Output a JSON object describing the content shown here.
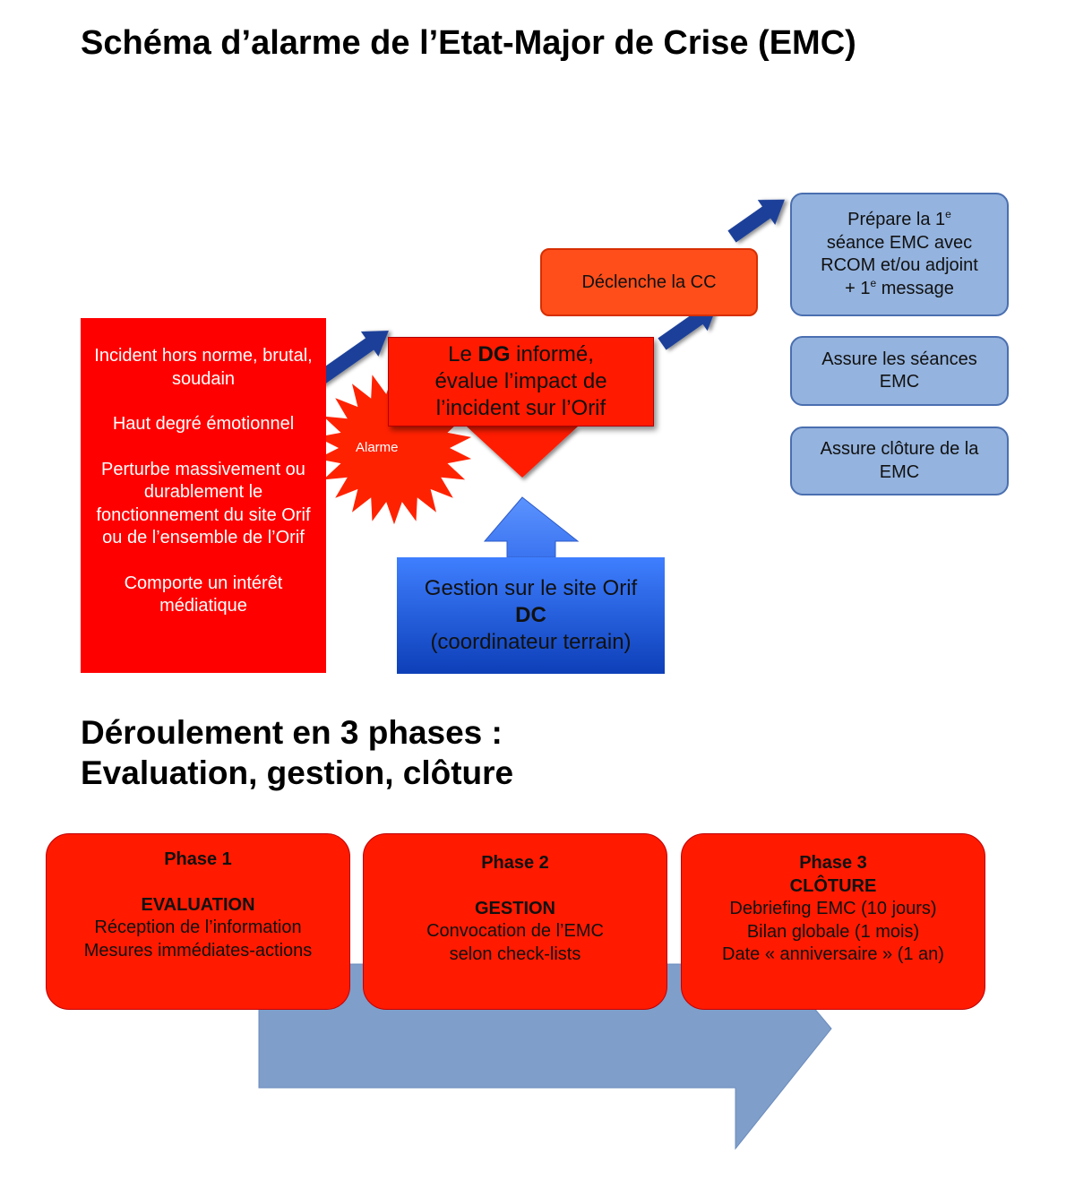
{
  "title": "Schéma d’alarme de l’Etat-Major de Crise (EMC)",
  "incident": {
    "lines": [
      "Incident hors norme, brutal, soudain",
      "Haut degré émotionnel",
      "Perturbe massivement ou durablement le fonctionnement du site Orif ou de l’ensemble de l’Orif",
      "Comporte un intérêt médiatique"
    ]
  },
  "alarme_label": "Alarme",
  "dg_box": {
    "pre": "Le ",
    "bold": "DG",
    "post": " informé,",
    "line2": "évalue l’impact de",
    "line3": "l’incident sur l’Orif"
  },
  "cc_box": "Déclenche la CC",
  "blue_boxes": {
    "b1": {
      "l1a": "Prépare la 1",
      "l1sup": "e",
      "l2": "séance EMC avec",
      "l3": "RCOM et/ou adjoint",
      "l4a": "+ 1",
      "l4sup": "e",
      "l4b": " message"
    },
    "b2": {
      "l1": "Assure les séances",
      "l2": "EMC"
    },
    "b3": {
      "l1": "Assure clôture de la",
      "l2": "EMC"
    }
  },
  "gestion_box": {
    "line1": "Gestion sur le site Orif",
    "line2": "DC",
    "line3": "(coordinateur terrain)"
  },
  "subtitle": {
    "line1": "Déroulement en 3 phases :",
    "line2": "Evaluation, gestion, clôture"
  },
  "phases": [
    {
      "name": "Phase 1",
      "heading": "EVALUATION",
      "lines": [
        "Réception de l’information",
        "Mesures immédiates-actions"
      ]
    },
    {
      "name": "Phase 2",
      "heading": "GESTION",
      "lines": [
        "Convocation de l’EMC",
        "selon check-lists"
      ]
    },
    {
      "name": "Phase 3",
      "heading": "CLÔTURE",
      "lines": [
        "Debriefing EMC (10 jours)",
        "Bilan globale (1 mois)",
        "Date « anniversaire » (1 an)"
      ]
    }
  ],
  "colors": {
    "incident_red": "#ff0000",
    "dg_red": "#ff1a00",
    "cc_orange": "#ff4e1a",
    "light_blue": "#94b3de",
    "dark_arrow_blue": "#1f3f99",
    "gestion_blue": "#2255dd",
    "phase_arrow_blue": "#7f9ec9"
  }
}
